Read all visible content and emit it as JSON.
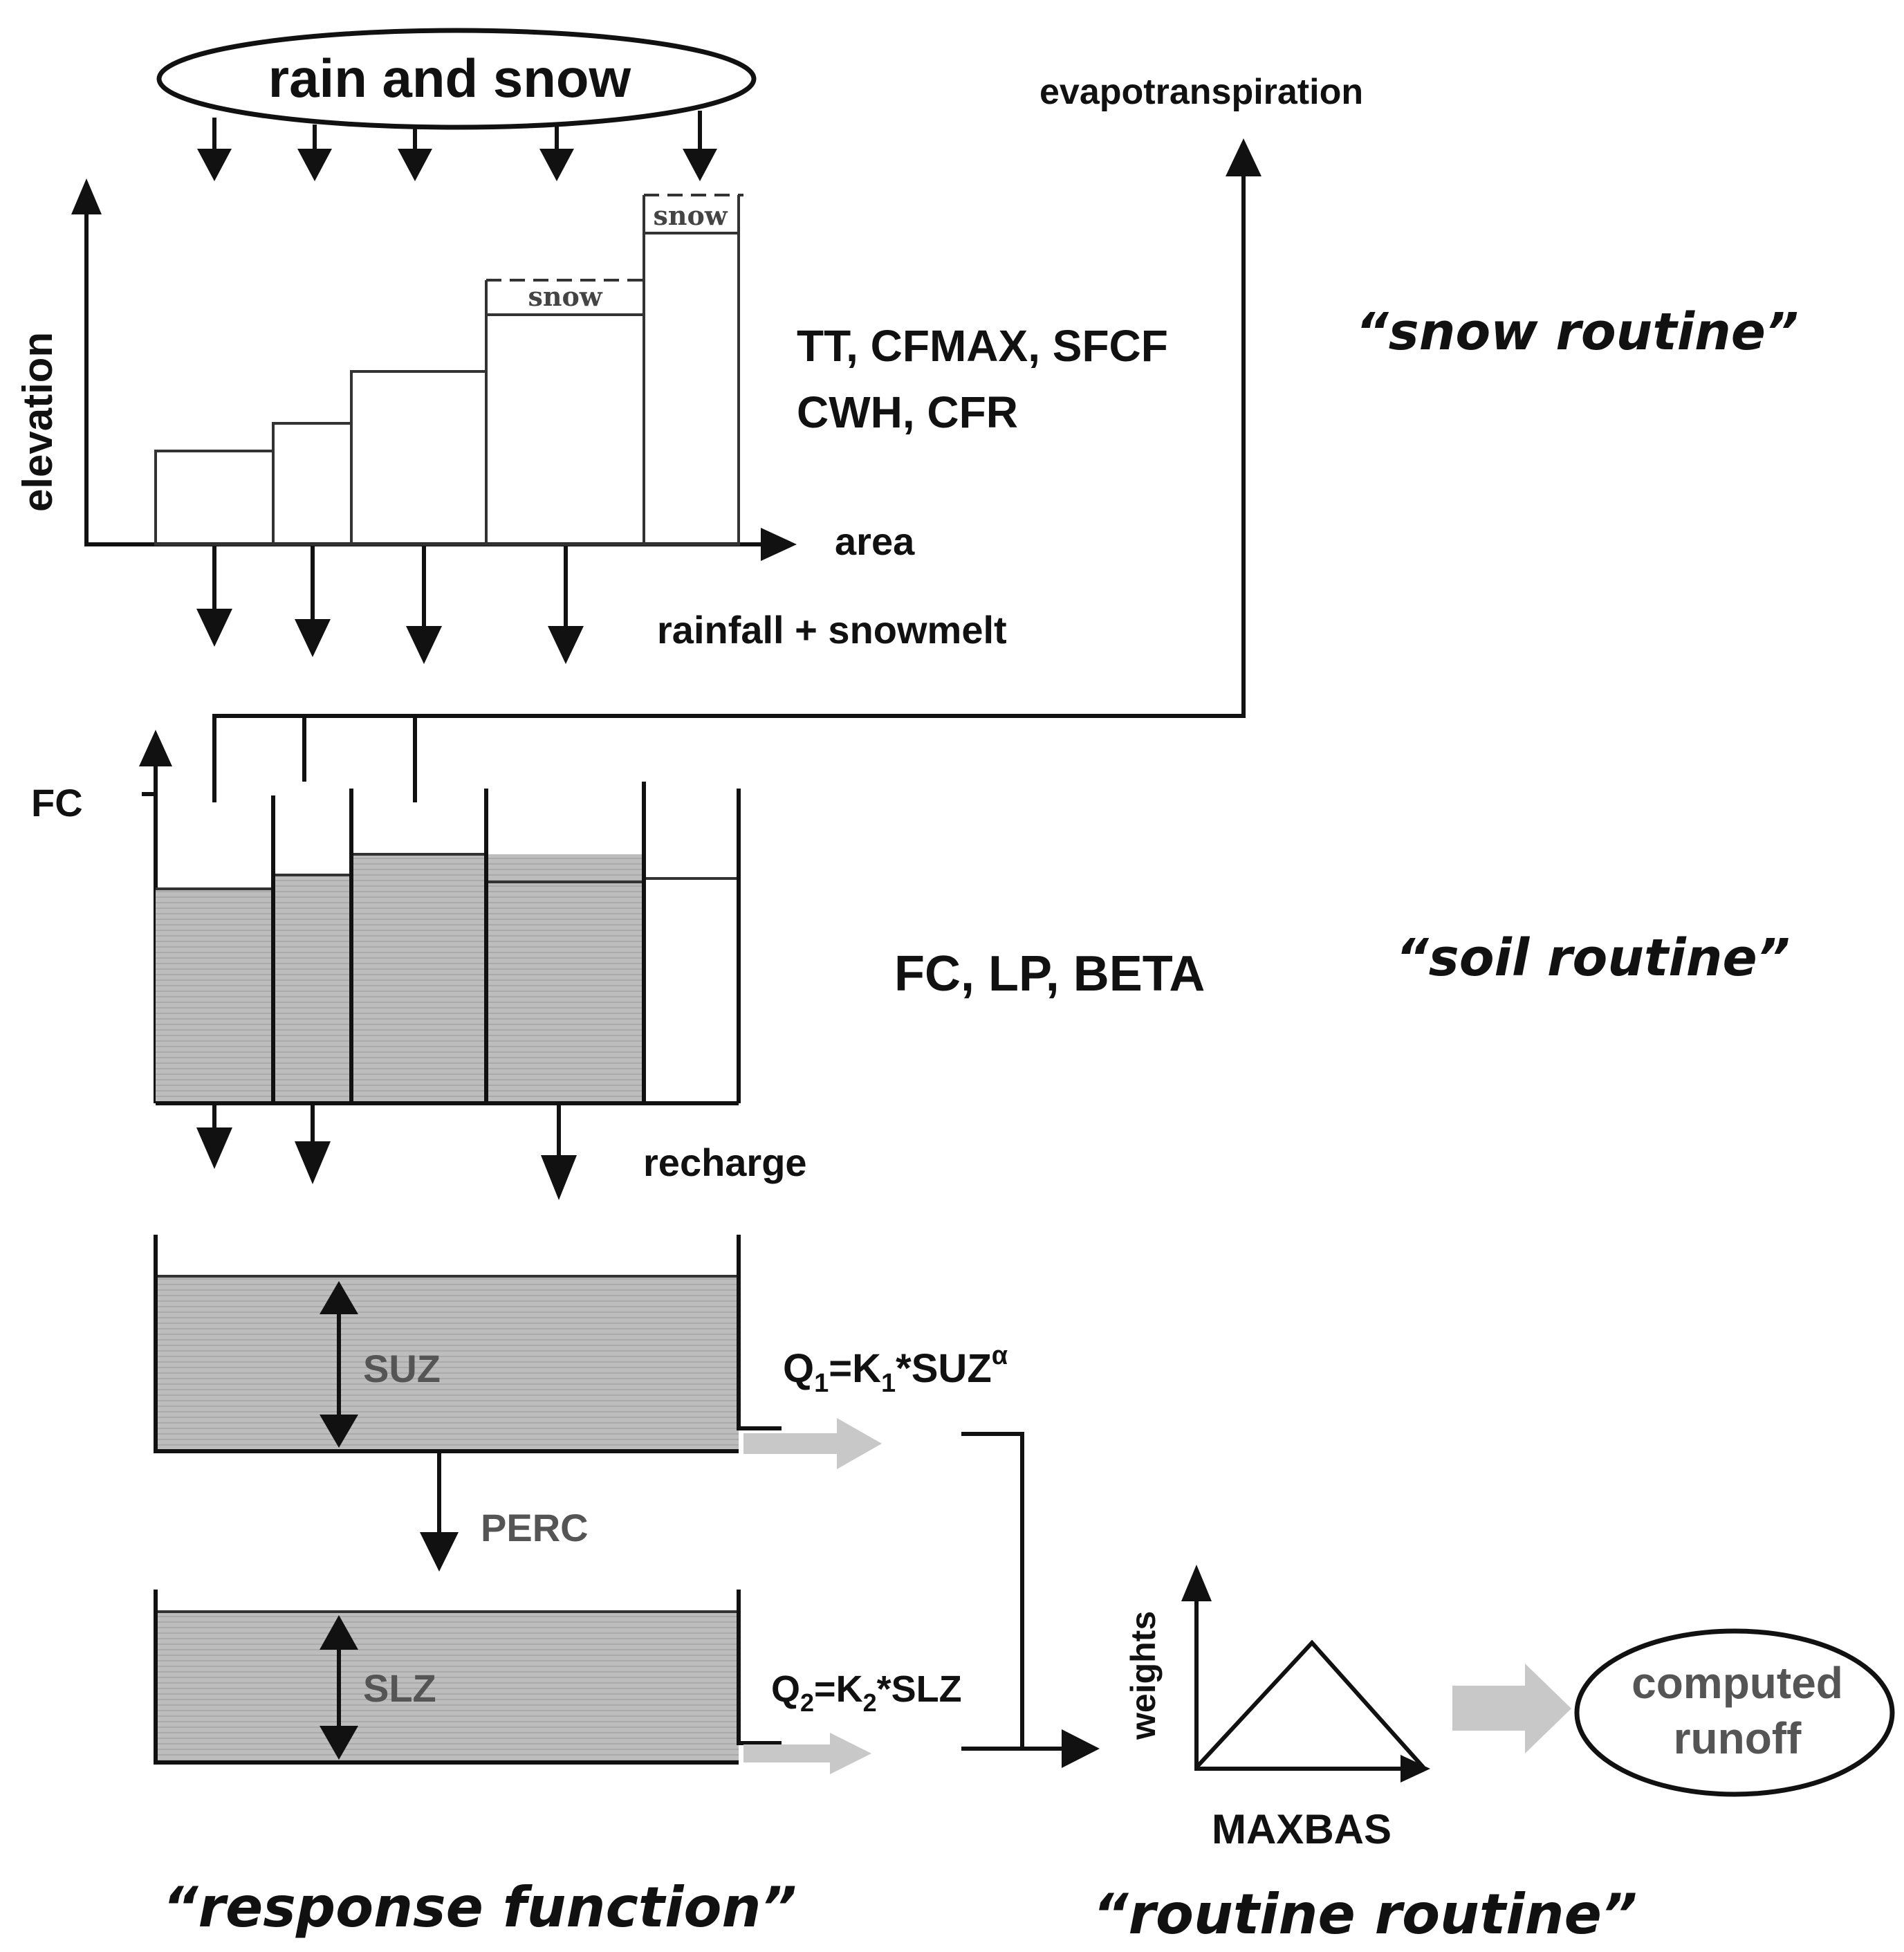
{
  "top": {
    "precip_label": "rain and snow",
    "evap_label": "evapotranspiration",
    "elevation_axis": "elevation",
    "area_axis": "area",
    "snow_label": "snow",
    "snow_params_line1": "TT, CFMAX, SFCF",
    "snow_params_line2": "CWH, CFR",
    "snow_routine": "“snow routine”",
    "melt_label": "rainfall + snowmelt"
  },
  "soil": {
    "fc_axis": "FC",
    "params": "FC, LP, BETA",
    "routine": "“soil routine”",
    "recharge_label": "recharge"
  },
  "response": {
    "suz_label": "SUZ",
    "perc_label": "PERC",
    "slz_label": "SLZ",
    "q1": {
      "q": "Q",
      "sub": "1",
      "eq": "=K",
      "ksub": "1",
      "rest": "*SUZ",
      "sup": "α"
    },
    "q2": {
      "q": "Q",
      "sub": "2",
      "eq": "=K",
      "ksub": "2",
      "rest": "*SLZ"
    },
    "routine": "“response function”"
  },
  "routing": {
    "weights_axis": "weights",
    "maxbas_label": "MAXBAS",
    "output_line1": "computed",
    "output_line2": "runoff",
    "routine": "“routine routine”"
  },
  "colors": {
    "water_fill": "#bdbdbd",
    "grey_arrow": "#c8c8c8",
    "line": "#111111"
  }
}
